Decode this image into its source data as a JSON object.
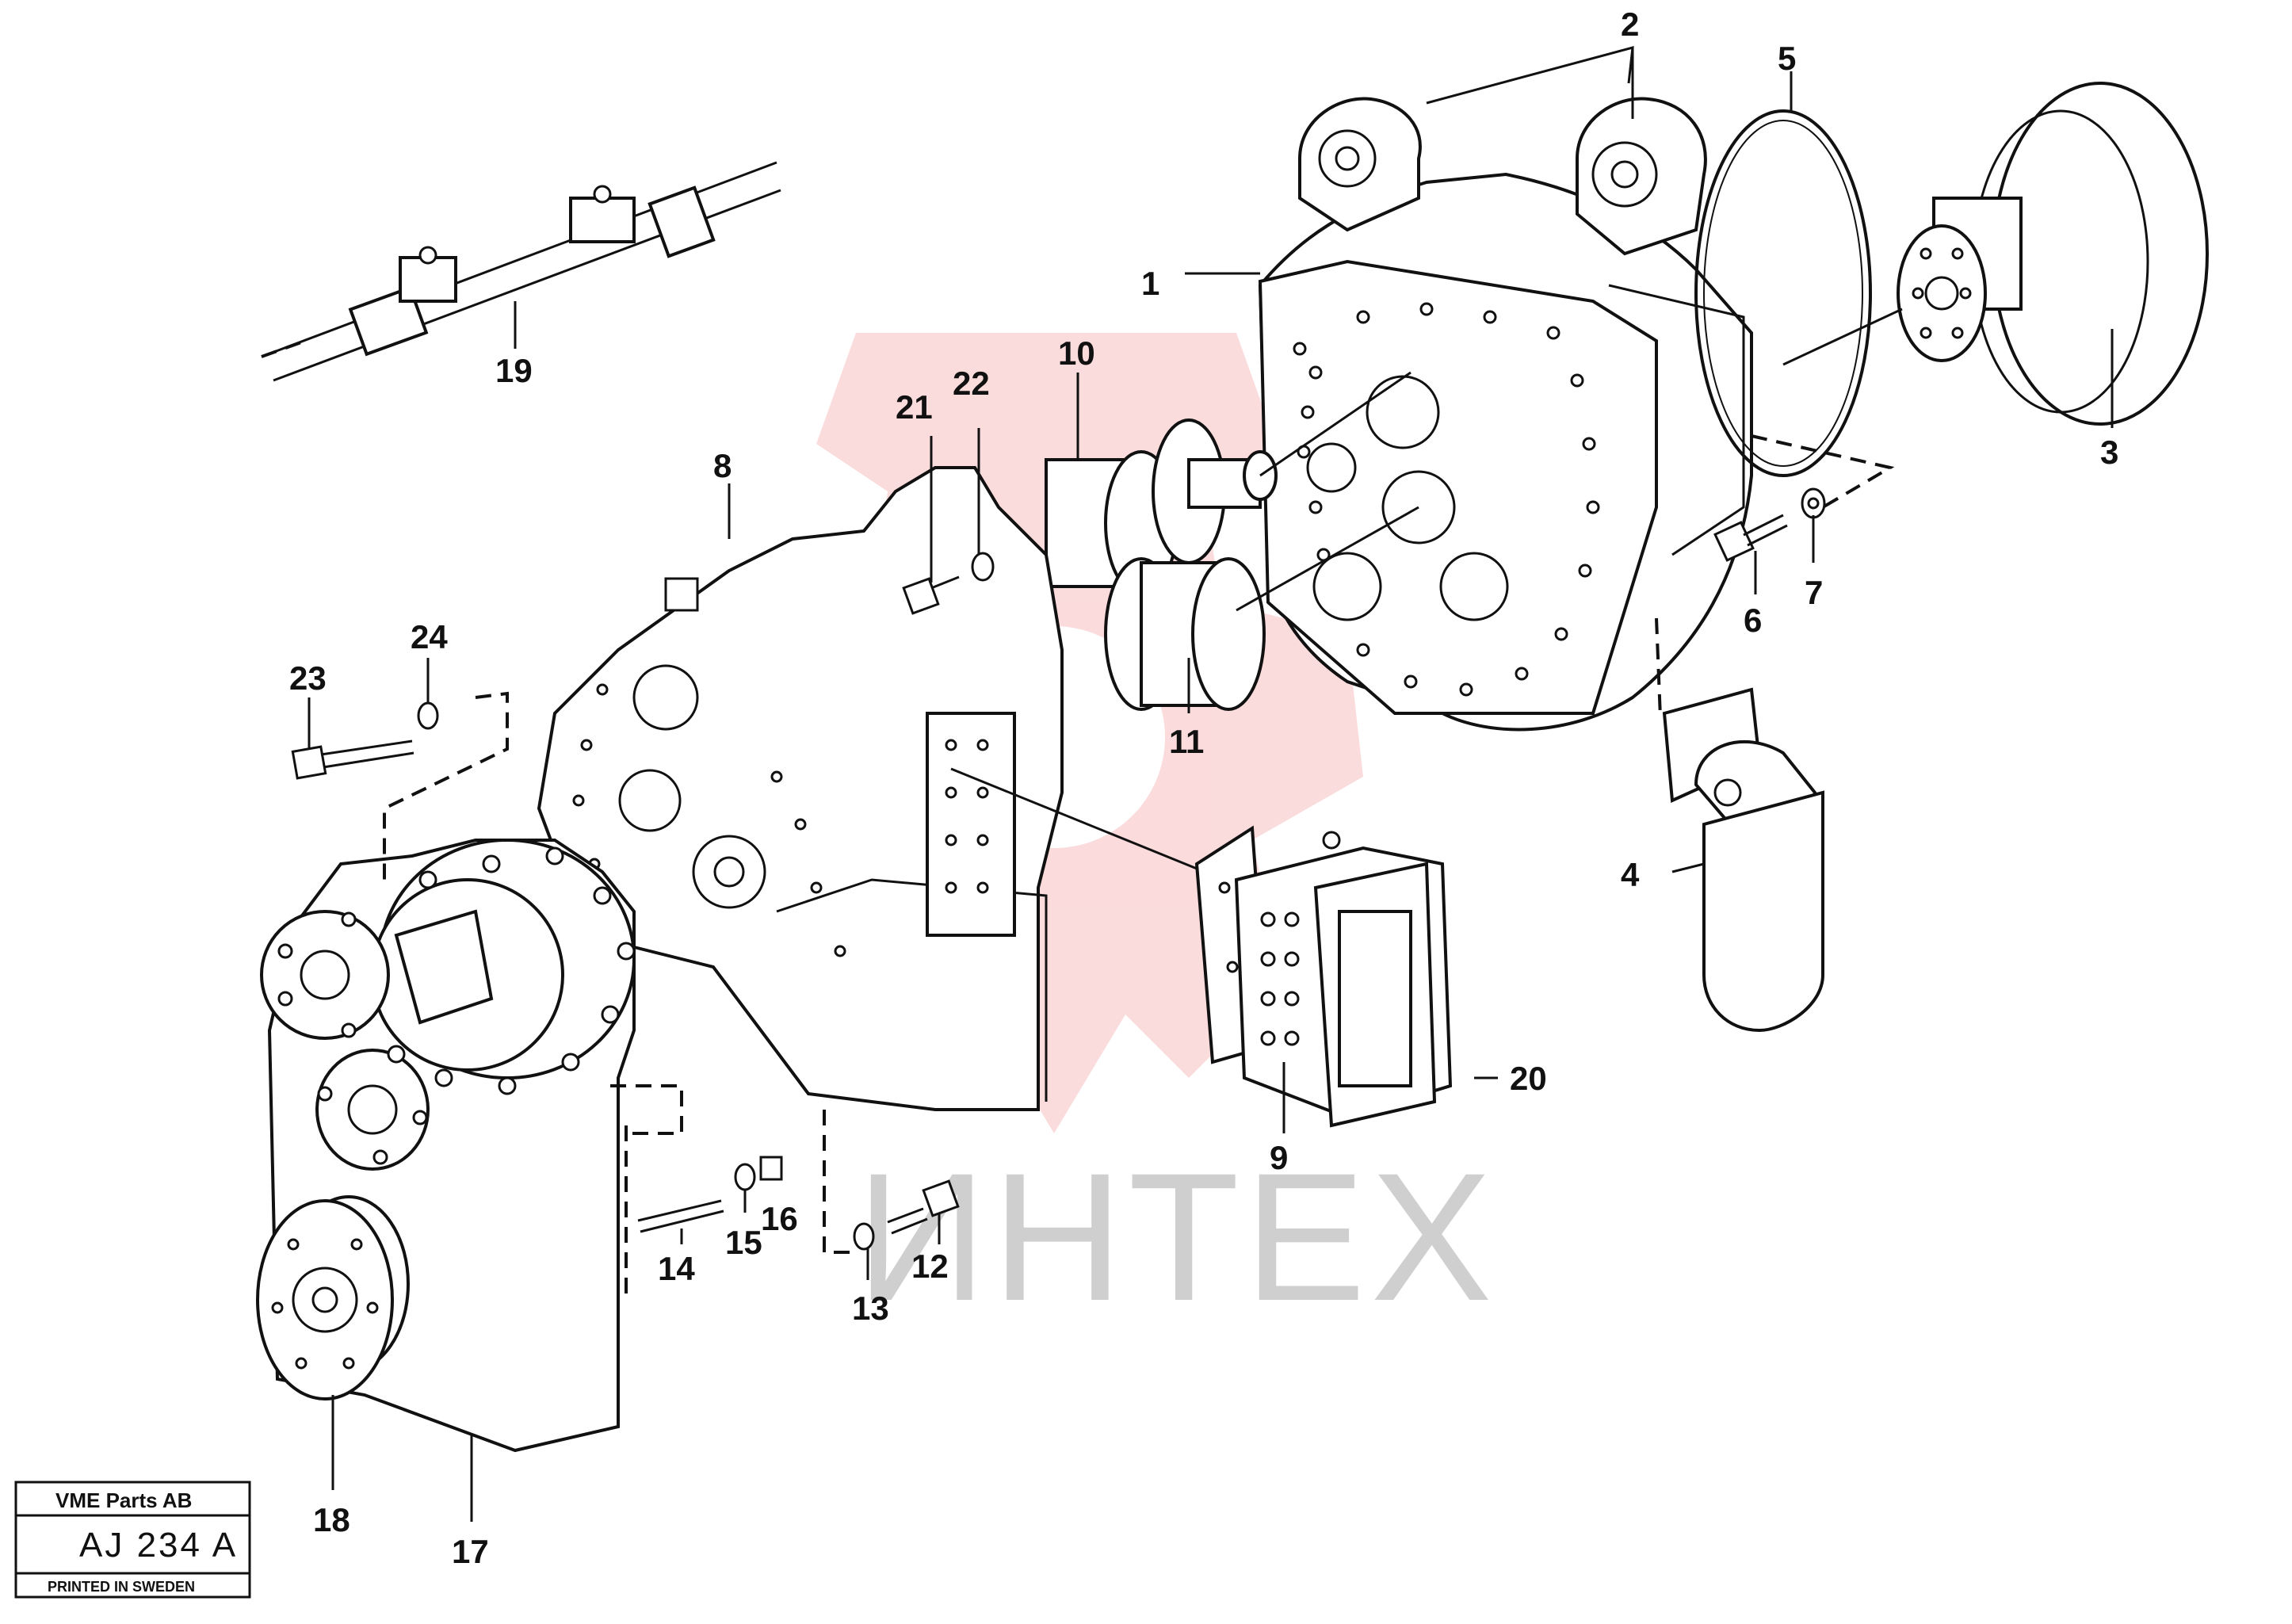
{
  "title_block": {
    "company": "VME Parts AB",
    "drawing_code": "AJ 234 A",
    "printed_note": "PRINTED IN SWEDEN"
  },
  "watermark": {
    "text": "ИНТЕХ",
    "logo_color": "#e8262a",
    "text_color": "#cfcfcf"
  },
  "callouts": {
    "c1": "1",
    "c2": "2",
    "c3": "3",
    "c4": "4",
    "c5": "5",
    "c6": "6",
    "c7": "7",
    "c8": "8",
    "c9": "9",
    "c10": "10",
    "c11": "11",
    "c12": "12",
    "c13": "13",
    "c14": "14",
    "c15": "15",
    "c16": "16",
    "c17": "17",
    "c18": "18",
    "c19": "19",
    "c20": "20",
    "c21": "21",
    "c22": "22",
    "c23": "23",
    "c24": "24"
  }
}
